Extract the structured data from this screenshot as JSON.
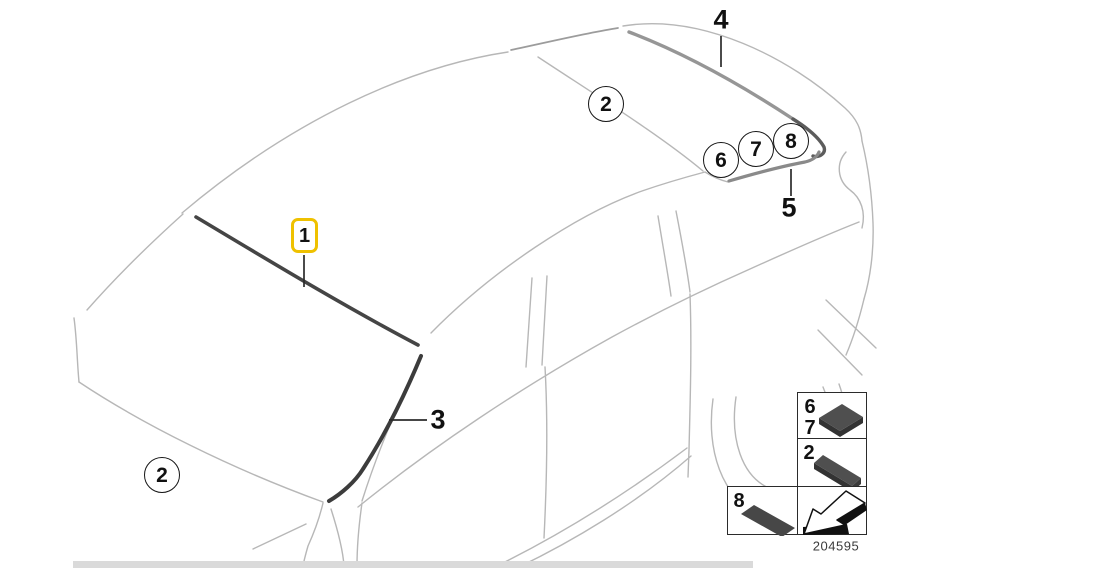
{
  "callouts": {
    "part1": {
      "label": "1"
    },
    "part2_windshield": {
      "label": "2"
    },
    "part2_roof": {
      "label": "2"
    },
    "part3": {
      "label": "3"
    },
    "part4": {
      "label": "4"
    },
    "part5": {
      "label": "5"
    },
    "part6": {
      "label": "6"
    },
    "part7": {
      "label": "7"
    },
    "part8": {
      "label": "8"
    }
  },
  "legend": {
    "box_6_7": {
      "top_label": "6",
      "bottom_label": "7",
      "icon": "gasket-pad-icon"
    },
    "box_2": {
      "label": "2",
      "icon": "gasket-bar-icon"
    },
    "box_8": {
      "label": "8",
      "icon": "gasket-strip-icon"
    },
    "box_arrow": {
      "icon": "removal-direction-arrow-icon"
    }
  },
  "footer": {
    "part_number": "204595"
  },
  "colors": {
    "highlight_yellow": "#EFC100",
    "trim_dark": "#3C3C3C",
    "trim_grey": "#8C8C8C",
    "body_line": "#B7B7B7",
    "scrollbar_grey": "#DADADA"
  }
}
